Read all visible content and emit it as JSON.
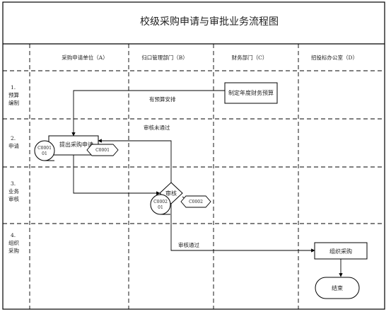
{
  "title": "校级采购申请与审批业务流程图",
  "columns": [
    {
      "label": "采购申请单位（A）"
    },
    {
      "label": "归口管理部门（B）"
    },
    {
      "label": "财务部门（C）"
    },
    {
      "label": "招投标办公室（D）"
    }
  ],
  "rows": [
    {
      "num": "1.",
      "lines": [
        "预算",
        "编制"
      ]
    },
    {
      "num": "2.",
      "lines": [
        "申请"
      ]
    },
    {
      "num": "3.",
      "lines": [
        "业务",
        "审核"
      ]
    },
    {
      "num": "4.",
      "lines": [
        "组织",
        "采购"
      ]
    }
  ],
  "nodes": {
    "budget": "制定年度财务预算",
    "apply": "提出采购申请",
    "review": "审核",
    "purchase": "组织采购",
    "end": "结束"
  },
  "docs": {
    "c0001": "C0001",
    "c0002": "C0002"
  },
  "doc_codes": {
    "a_line1": "C0001",
    "a_line2": "01",
    "b_line1": "C0002",
    "b_line2": "01"
  },
  "edge_labels": {
    "budget_arranged": "有预算安排",
    "review_failed": "审核未通过",
    "review_passed": "审核通过"
  }
}
